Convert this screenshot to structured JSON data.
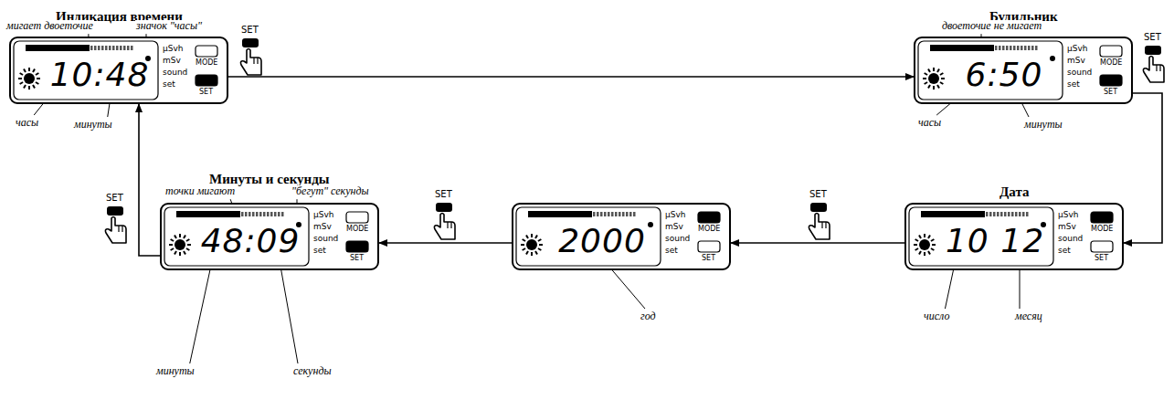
{
  "diagram": {
    "nodes": [
      {
        "text": [
          "Индикация времени",
          "10:48",
          "µSvh",
          "mSv",
          "sound",
          "set",
          "MODE",
          "SET"
        ]
      },
      {
        "text": [
          "Будильник",
          "6:50",
          "µSvh",
          "mSv",
          "sound",
          "set",
          "MODE",
          "SET"
        ]
      },
      {
        "text": [
          "Дата",
          "10 12",
          "µSvh",
          "mSv",
          "sound",
          "set",
          "MODE",
          "SET"
        ]
      },
      {
        "text": [
          "2000",
          "µSvh",
          "mSv",
          "sound",
          "set",
          "MODE",
          "SET"
        ]
      },
      {
        "text": [
          "Минуты и секунды",
          "48:09",
          "µSvh",
          "mSv",
          "sound",
          "set",
          "MODE",
          "SET"
        ]
      }
    ],
    "edges": [
      {
        "from": 0,
        "to": 1,
        "arrow": "to",
        "label": "SET"
      },
      {
        "from": 1,
        "to": 2,
        "arrow": "to",
        "label": "SET"
      },
      {
        "from": 2,
        "to": 3,
        "arrow": "to",
        "label": "SET"
      },
      {
        "from": 3,
        "to": 4,
        "arrow": "to",
        "label": "SET"
      },
      {
        "from": 4,
        "to": 0,
        "arrow": "to",
        "label": "SET"
      }
    ],
    "labels": [
      "мигает двоеточие",
      "значок \"часы\"",
      "часы",
      "минуты",
      "двоеточие не мигает",
      "часы",
      "минуты",
      "число",
      "месяц",
      "год",
      "точки мигают",
      "\"бегут\" секунды",
      "минуты",
      "секунды"
    ]
  }
}
